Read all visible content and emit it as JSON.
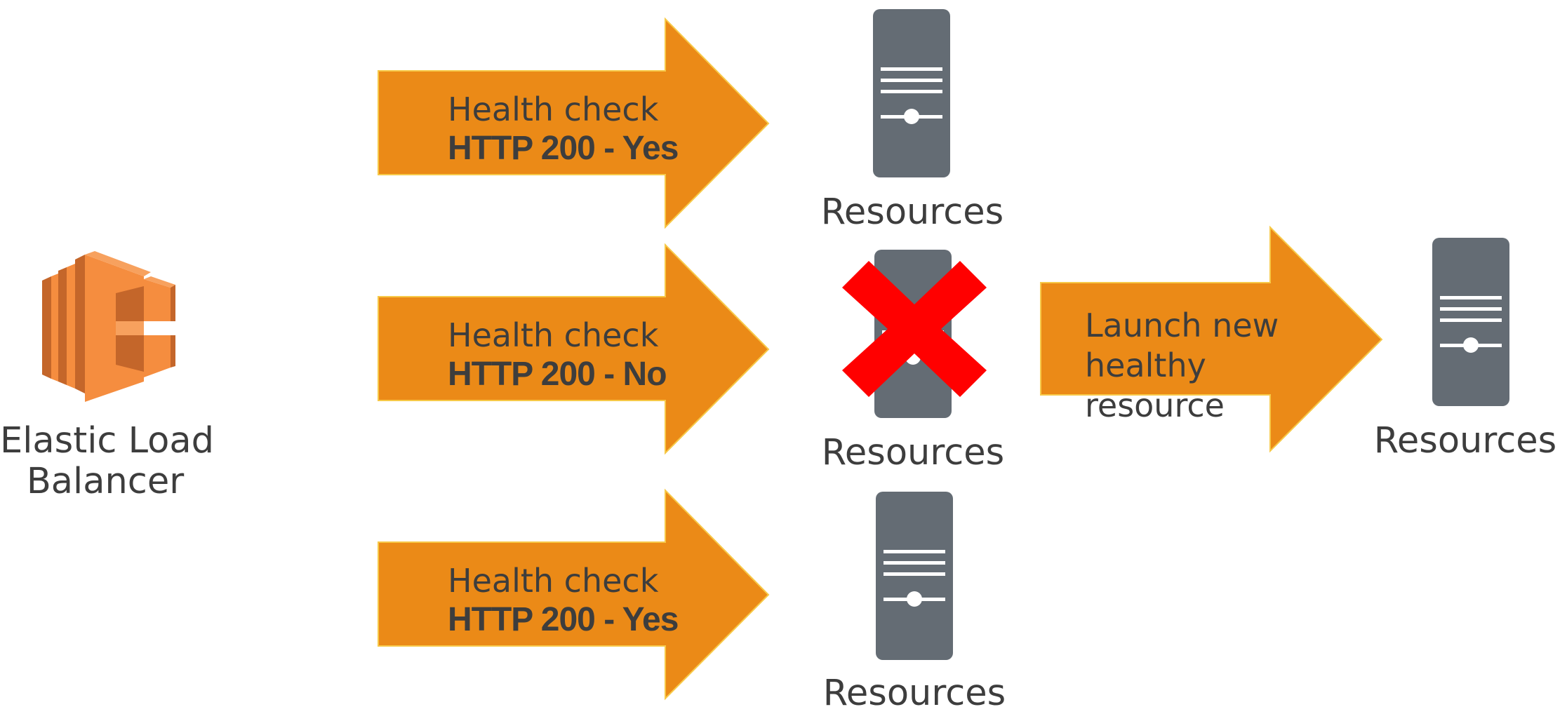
{
  "load_balancer": {
    "icon": "elastic-load-balancer-icon",
    "label_line1": "Elastic Load",
    "label_line2": "Balancer"
  },
  "health_checks": [
    {
      "line1": "Health check",
      "line2": "HTTP 200 - Yes",
      "healthy": true
    },
    {
      "line1": "Health check",
      "line2": "HTTP 200 - No",
      "healthy": false
    },
    {
      "line1": "Health check",
      "line2": "HTTP 200 - Yes",
      "healthy": true
    }
  ],
  "resources": [
    {
      "label": "Resources",
      "icon": "server-icon"
    },
    {
      "label": "Resources",
      "icon": "server-icon",
      "failed": true,
      "overlay": "red-x-icon"
    },
    {
      "label": "Resources",
      "icon": "server-icon"
    }
  ],
  "replacement": {
    "arrow_line1": "Launch new",
    "arrow_line2": "healthy",
    "arrow_line3": "resource",
    "resource_label": "Resources",
    "icon": "server-icon"
  },
  "colors": {
    "arrow_fill": "#EB8A17",
    "arrow_stroke": "#F7C948",
    "elb_orange": "#F38A3A",
    "server_gray": "#646C74",
    "fail_red": "#FF0000",
    "text": "#3D3D3D"
  }
}
